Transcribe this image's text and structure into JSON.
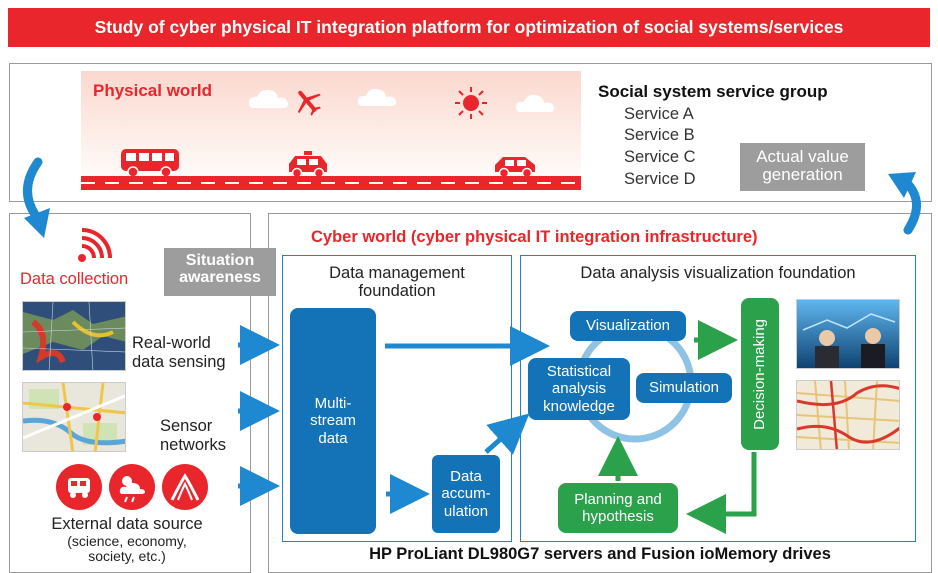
{
  "title": "Study of cyber physical IT integration platform for optimization of social systems/services",
  "physical_world": {
    "label": "Physical world"
  },
  "service_group": {
    "title": "Social system service group",
    "services": [
      "Service A",
      "Service B",
      "Service C",
      "Service D"
    ],
    "actual_value": "Actual value generation"
  },
  "left": {
    "data_collection": "Data collection",
    "situation_awareness": "Situation awareness",
    "sources": [
      {
        "label_line1": "Real-world",
        "label_line2": "data sensing"
      },
      {
        "label_line1": "Sensor",
        "label_line2": "networks"
      }
    ],
    "external_label": "External data source",
    "external_sub1": "(science, economy,",
    "external_sub2": "society, etc.)"
  },
  "cyber": {
    "title": "Cyber world (cyber physical IT integration infrastructure)",
    "data_management": {
      "title_line1": "Data management",
      "title_line2": "foundation",
      "multistream_line1": "Multi-",
      "multistream_line2": "stream",
      "multistream_line3": "data",
      "accum_line1": "Data",
      "accum_line2": "accum-",
      "accum_line3": "ulation"
    },
    "data_analysis": {
      "title": "Data analysis visualization foundation",
      "visualization": "Visualization",
      "statistical_line1": "Statistical",
      "statistical_line2": "analysis",
      "statistical_line3": "knowledge",
      "simulation": "Simulation",
      "decision": "Decision-making",
      "planning_line1": "Planning and",
      "planning_line2": "hypothesis"
    },
    "hardware": "HP ProLiant DL980G7 servers and Fusion ioMemory drives"
  },
  "colors": {
    "brand_red": "#e8262b",
    "blue": "#1473b6",
    "green": "#2aa14a",
    "gray": "#9d9d9d",
    "arrow_blue": "#1e88d0"
  }
}
